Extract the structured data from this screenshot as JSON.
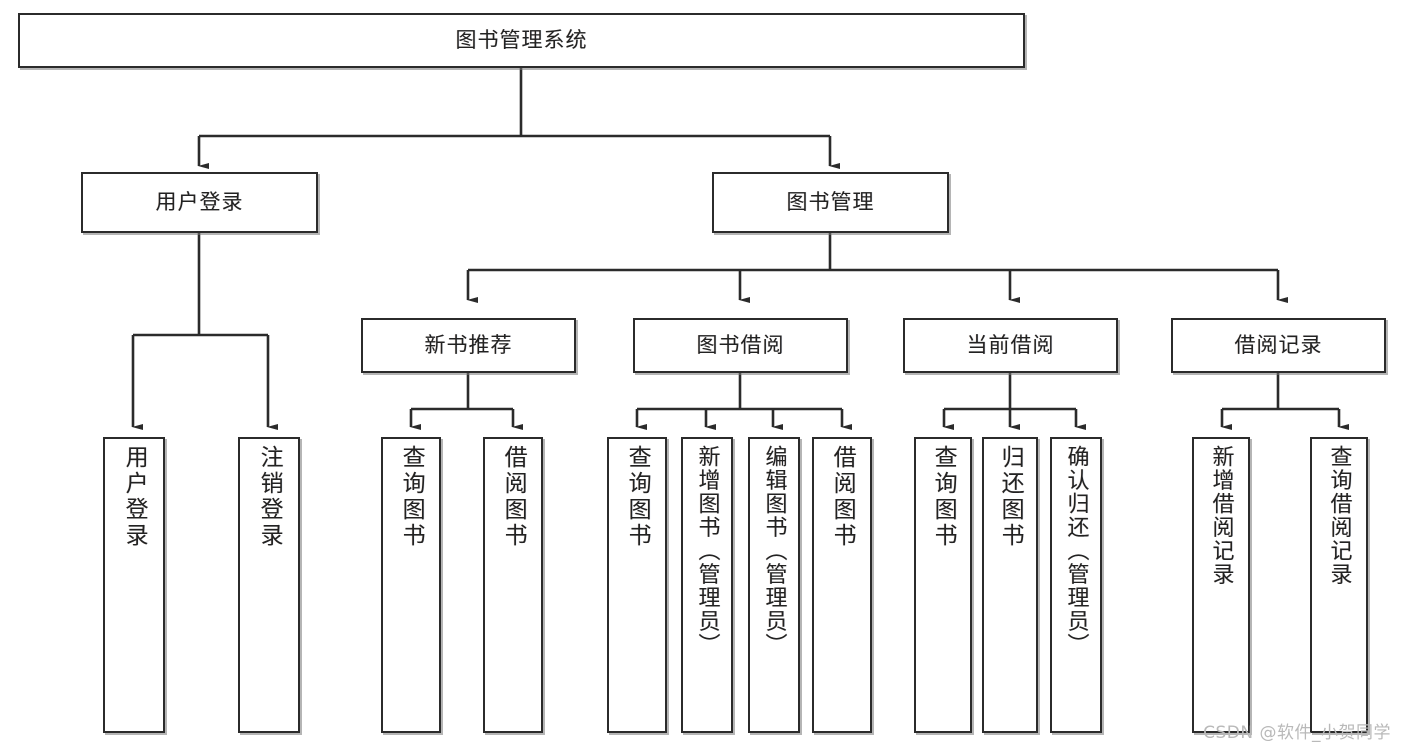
{
  "diagram": {
    "type": "tree-hierarchy",
    "title": "图书管理系统",
    "root": {
      "label": "图书管理系统"
    },
    "level2": [
      {
        "label": "用户登录"
      },
      {
        "label": "图书管理"
      }
    ],
    "level3": [
      {
        "label": "新书推荐"
      },
      {
        "label": "图书借阅"
      },
      {
        "label": "当前借阅"
      },
      {
        "label": "借阅记录"
      }
    ],
    "leaves": {
      "user_login": [
        {
          "label": "用户登录"
        },
        {
          "label": "注销登录"
        }
      ],
      "new_book_recommend": [
        {
          "label": "查询图书"
        },
        {
          "label": "借阅图书"
        }
      ],
      "book_borrow": [
        {
          "label": "查询图书"
        },
        {
          "label": "新增图书（管理员）"
        },
        {
          "label": "编辑图书（管理员）"
        },
        {
          "label": "借阅图书"
        }
      ],
      "current_borrow": [
        {
          "label": "查询图书"
        },
        {
          "label": "归还图书"
        },
        {
          "label": "确认归还（管理员）"
        }
      ],
      "borrow_record": [
        {
          "label": "新增借阅记录"
        },
        {
          "label": "查询借阅记录"
        }
      ]
    }
  },
  "watermark": {
    "text": "CSDN @软件_小贺同学"
  },
  "colors": {
    "box_border": "#2b2b2b",
    "box_fill": "#ffffff",
    "connector": "#2b2b2b",
    "text": "#222222",
    "watermark": "#b9b9b9",
    "background": "#ffffff"
  }
}
